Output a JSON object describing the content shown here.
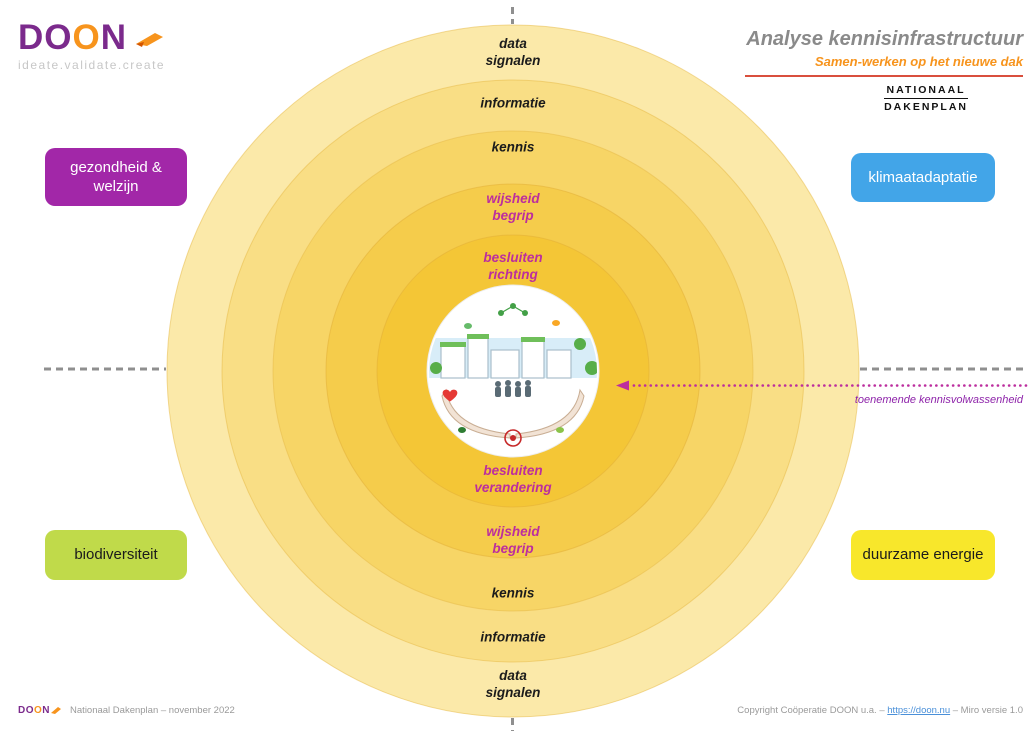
{
  "brand": {
    "logo_letters": [
      "D",
      "O",
      "O",
      "N"
    ],
    "tagline": "ideate.validate.create",
    "purple": "#7B2A8C",
    "orange": "#F7941D"
  },
  "header": {
    "title": "Analyse kennisinfrastructuur",
    "subtitle": "Samen-werken op het nieuwe dak",
    "org": {
      "line1": "NATIONAAL",
      "line2": "DAKENPLAN"
    }
  },
  "quadrants": {
    "top_left": {
      "label": "gezondheid &\nwelzijn",
      "color": "#A227A8"
    },
    "top_right": {
      "label": "klimaatadaptatie",
      "color": "#42A5E8"
    },
    "bottom_left": {
      "label": "biodiversiteit",
      "color": "#C0DA4A"
    },
    "bottom_right": {
      "label": "duurzame energie",
      "color": "#F8E72B"
    }
  },
  "rings": {
    "colors_outer_to_inner": [
      "#FBE9A9",
      "#F9DE85",
      "#F7D566",
      "#F5CC4B",
      "#F4C636"
    ],
    "top": {
      "data": "data\nsignalen",
      "informatie": "informatie",
      "kennis": "kennis",
      "wijsheid": "wijsheid\nbegrip",
      "besluiten": "besluiten\nrichting"
    },
    "bottom": {
      "besluiten": "besluiten\nverandering",
      "wijsheid": "wijsheid\nbegrip",
      "kennis": "kennis",
      "informatie": "informatie",
      "data": "data\nsignalen"
    },
    "magenta_text_color": "#BC2E9E"
  },
  "arrow": {
    "label": "toenemende kennisvolwassenheid",
    "color": "#BC2E9E"
  },
  "footer": {
    "left_text": "Nationaal Dakenplan – november 2022",
    "right_prefix": "Copyright Coöperatie DOON u.a. – ",
    "right_link": "https://doon.nu",
    "right_suffix": " – Miro versie 1.0"
  }
}
